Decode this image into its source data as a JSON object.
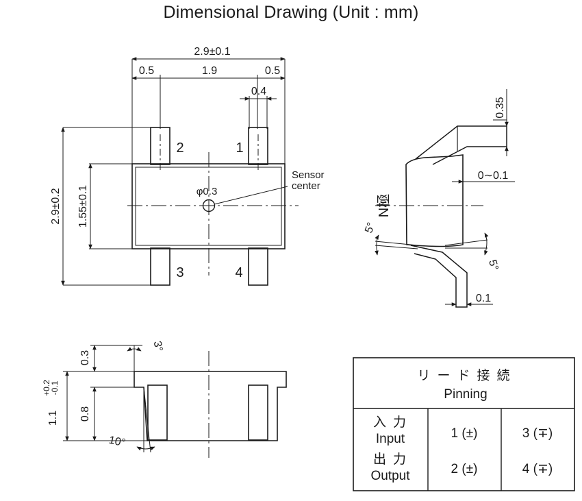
{
  "title": "Dimensional Drawing  (Unit : mm)",
  "top_view": {
    "dims": {
      "overall_width": "2.9±0.1",
      "seg_left": "0.5",
      "seg_mid": "1.9",
      "seg_right": "0.5",
      "lead_width": "0.4",
      "overall_height": "2.9±0.2",
      "body_height": "1.55±0.1",
      "hole": "φ0.3"
    },
    "pins": [
      "1",
      "2",
      "3",
      "4"
    ],
    "sensor_label_line1": "Sensor",
    "sensor_label_line2": "center"
  },
  "side_view": {
    "dims": {
      "lead_thickness_top": "0.35",
      "offset": "0∼0.1",
      "lead_thickness_bottom": "0.1",
      "angle_left": "5°",
      "angle_right": "5°"
    },
    "pole_label": "N極"
  },
  "bottom_view": {
    "dims": {
      "top_gap": "0.3",
      "height": "1.1",
      "height_tol_plus": "+0.2",
      "height_tol_minus": "-0.1",
      "body": "0.8",
      "angle_top": "3°",
      "angle_bottom": "10°"
    }
  },
  "pinning_table": {
    "header_jp": "リード接続",
    "header_en": "Pinning",
    "rows": [
      {
        "label_jp": "入力",
        "label_en": "Input",
        "col1": "1 (±)",
        "col2": "3 (∓)"
      },
      {
        "label_jp": "出力",
        "label_en": "Output",
        "col1": "2 (±)",
        "col2": "4 (∓)"
      }
    ]
  }
}
